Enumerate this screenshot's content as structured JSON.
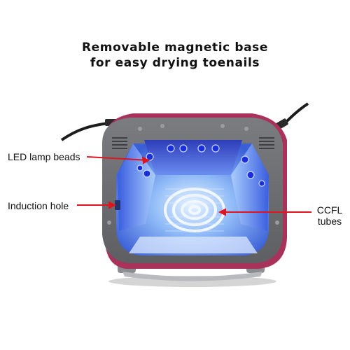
{
  "headline": {
    "line1": "Removable magnetic base",
    "line2": "for easy drying toenails"
  },
  "callouts": {
    "led_lamp_beads": "LED lamp beads",
    "induction_hole": "Induction hole",
    "ccfl_line1": "CCFL",
    "ccfl_line2": "tubes"
  },
  "colors": {
    "callout_line": "#e0141e",
    "lamp_shell": "#6f7072",
    "lamp_rim": "#a8325a",
    "interior_glow": "#5a8ff5",
    "led_bead": "#1b2fd8"
  },
  "image": {
    "subject": "UV/LED nail lamp",
    "icon": "nail-lamp-photo"
  }
}
